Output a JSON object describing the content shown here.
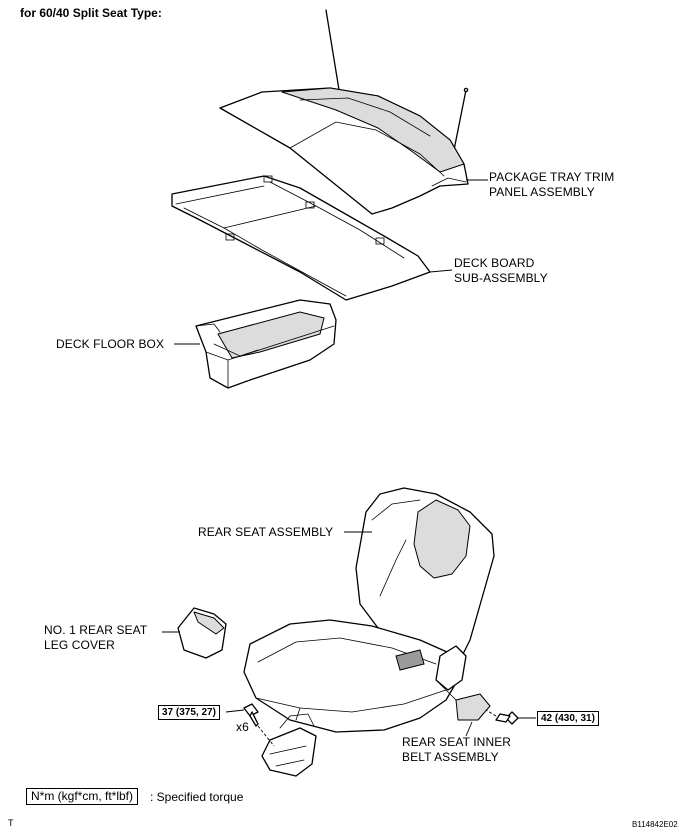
{
  "title": "for 60/40 Split Seat Type:",
  "labels": {
    "package_tray_1": "PACKAGE TRAY TRIM",
    "package_tray_2": "PANEL ASSEMBLY",
    "deck_board_1": "DECK BOARD",
    "deck_board_2": "SUB-ASSEMBLY",
    "deck_floor_box": "DECK FLOOR BOX",
    "rear_seat": "REAR SEAT ASSEMBLY",
    "leg_cover_1": "NO. 1 REAR SEAT",
    "leg_cover_2": "LEG COVER",
    "belt_1": "REAR SEAT INNER",
    "belt_2": "BELT ASSEMBLY",
    "quantity": "x6"
  },
  "torque": {
    "left": "37 (375, 27)",
    "right": "42 (430, 31)"
  },
  "legend": {
    "unit": "N*m (kgf*cm, ft*lbf)",
    "text": ": Specified torque"
  },
  "footer": {
    "corner_mark": "T",
    "figure_id": "B114842E02"
  }
}
